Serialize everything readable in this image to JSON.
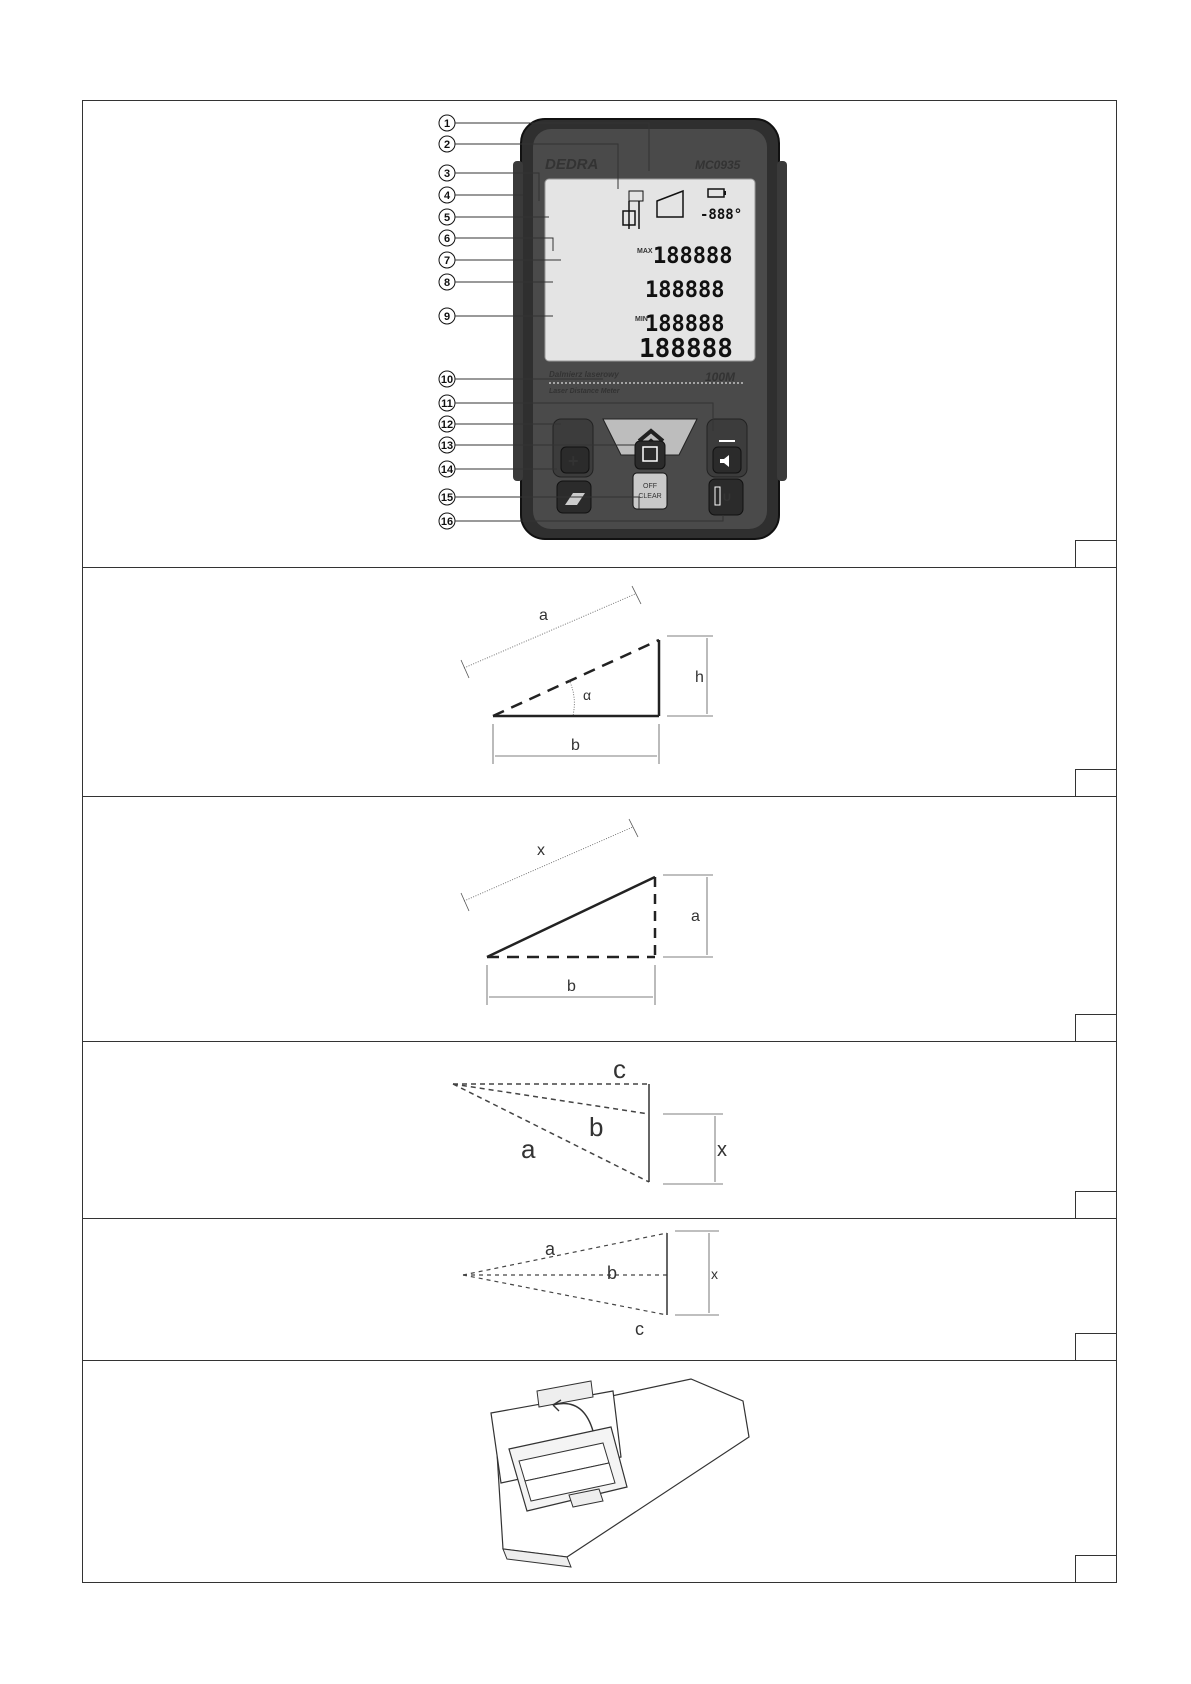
{
  "device": {
    "brand": "DEDRA",
    "model": "MC0935",
    "range": "100M",
    "name_pl": "Dalmierz laserowy",
    "name_en": "Laser Distance Meter",
    "lcd_max": "MAX",
    "lcd_min": "MIN",
    "lcd_digits": "188888",
    "lcd_angle": "-888°",
    "off_clear": [
      "OFF",
      "CLEAR"
    ],
    "plus_symbol": "+",
    "callouts": [
      "1",
      "2",
      "3",
      "4",
      "5",
      "6",
      "7",
      "8",
      "9",
      "10",
      "11",
      "12",
      "13",
      "14",
      "15",
      "16"
    ]
  },
  "fig_slope": {
    "a": "a",
    "h": "h",
    "b": "b",
    "alpha": "α"
  },
  "fig_pythagoras": {
    "x": "x",
    "a": "a",
    "b": "b"
  },
  "fig_indirect_1": {
    "c": "c",
    "b": "b",
    "a": "a",
    "x": "x"
  },
  "fig_indirect_2": {
    "a": "a",
    "b": "b",
    "c": "c",
    "x": "x"
  },
  "icons": [
    "battery-cover-icon",
    "arrow-icon"
  ]
}
